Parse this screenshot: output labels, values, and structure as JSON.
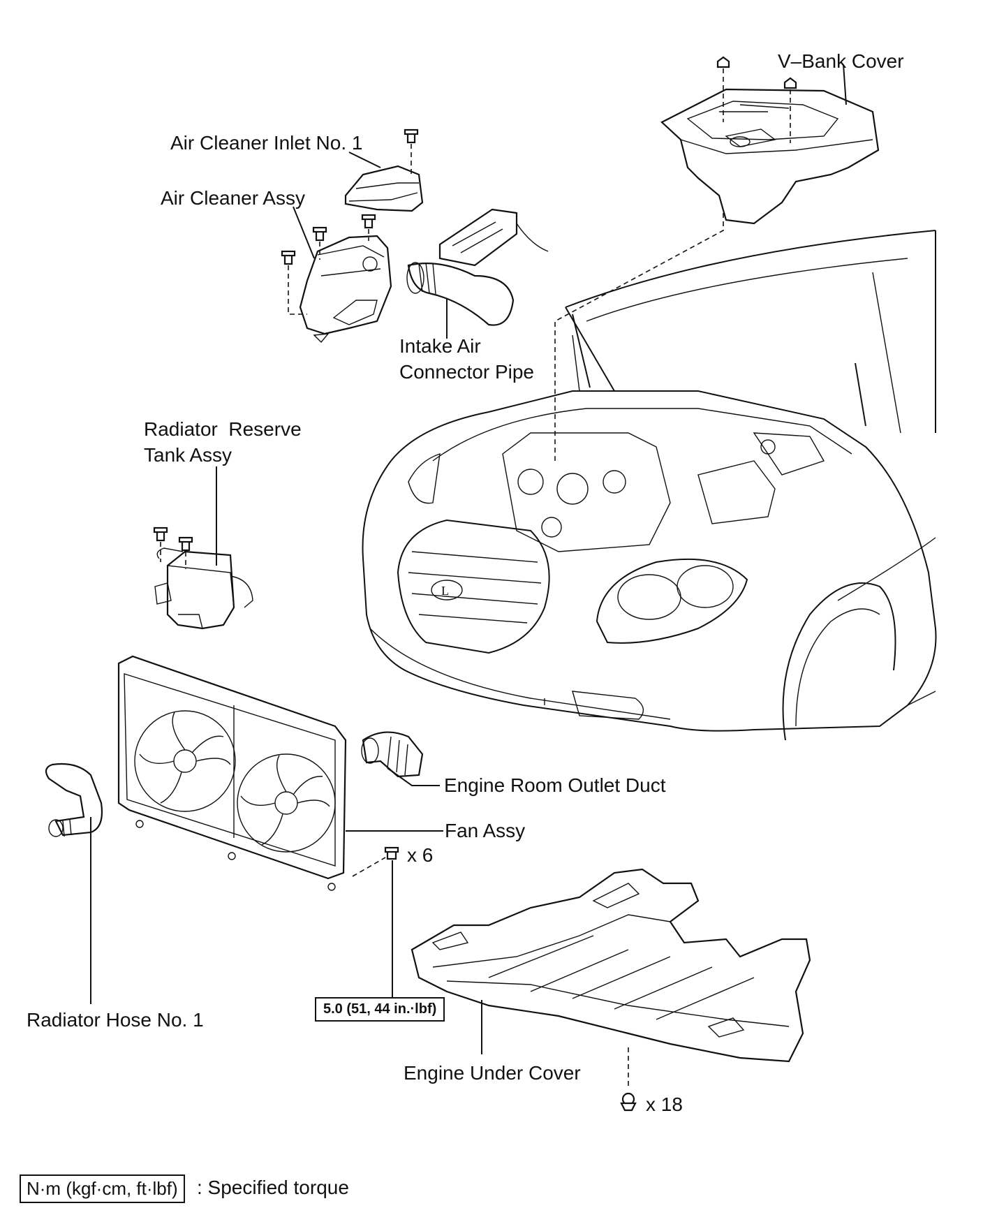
{
  "labels": {
    "v_bank_cover": "V–Bank Cover",
    "air_cleaner_inlet": "Air Cleaner Inlet No. 1",
    "air_cleaner_assy": "Air Cleaner Assy",
    "intake_pipe_line1": "Intake Air",
    "intake_pipe_line2": "Connector Pipe",
    "reserve_tank_line1": "Radiator  Reserve",
    "reserve_tank_line2": "Tank Assy",
    "engine_room_outlet_duct": "Engine Room Outlet Duct",
    "fan_assy": "Fan Assy",
    "fan_bolt_count": "x 6",
    "radiator_hose": "Radiator Hose No. 1",
    "torque_value": "5.0 (51, 44 in.·lbf)",
    "engine_under_cover": "Engine Under Cover",
    "under_cover_clip_count": "x 18"
  },
  "legend": {
    "unit_box": "N·m (kgf·cm, ft·lbf)",
    "description": ": Specified torque"
  }
}
